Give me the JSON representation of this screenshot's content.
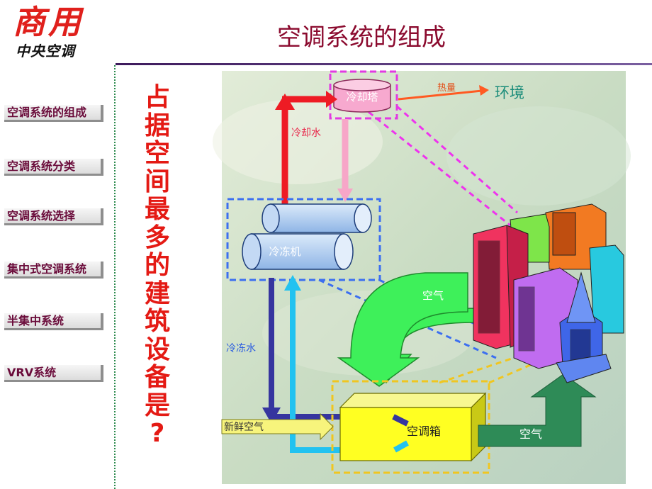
{
  "logo": {
    "main": "商用",
    "sub": "中央空调"
  },
  "title": "空调系统的组成",
  "nav": [
    "空调系统的组成",
    "空调系统分类",
    "空调系统选择",
    "集中式空调系统",
    "半集中系统",
    "VRV系统"
  ],
  "vertical_text": [
    "占",
    "据",
    "空",
    "间",
    "最",
    "多",
    "的",
    "建",
    "筑",
    "设",
    "备",
    "是",
    "?"
  ],
  "diagram": {
    "cooling_tower": "冷却塔",
    "heat": "热量",
    "environment": "环境",
    "cooling_water": "冷却水",
    "chiller": "冷冻机",
    "chilled_water": "冷冻水",
    "air_top": "空气",
    "fresh_air": "新鲜空气",
    "ahu": "空调箱",
    "air_right": "空气"
  },
  "colors": {
    "title": "#8b0a2e",
    "vertical_text": "#e41a14",
    "nav_text": "#6a0b3a",
    "accent_red": "#e0201c"
  }
}
